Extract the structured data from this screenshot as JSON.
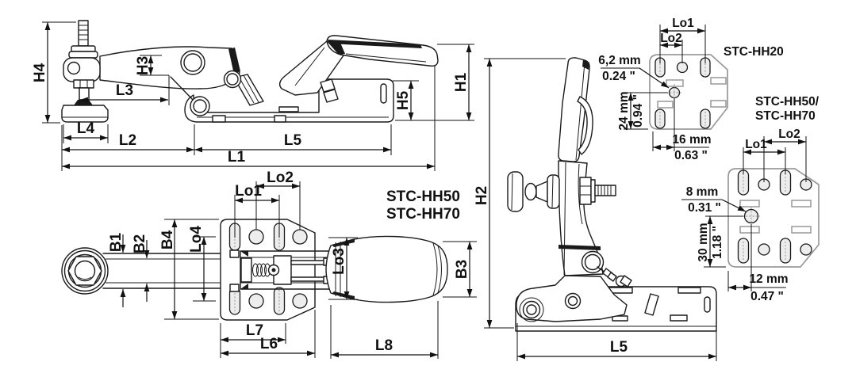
{
  "colors": {
    "background": "#ffffff",
    "line": "#1a1a1a",
    "dimension": "#111111",
    "plate_outline": "#999999"
  },
  "side_view": {
    "dims": {
      "h4": "H4",
      "h3": "H3",
      "l3": "L3",
      "l4": "L4",
      "l2": "L2",
      "l5": "L5",
      "l1": "L1",
      "h5": "H5",
      "h1": "H1"
    }
  },
  "top_view": {
    "title_line1": "STC-HH50",
    "title_line2": "STC-HH70",
    "dims": {
      "lo1": "Lo1",
      "lo2": "Lo2",
      "b1": "B1",
      "b2": "B2",
      "b4": "B4",
      "lo4": "Lo4",
      "lo3": "Lo3",
      "b3": "B3",
      "l7": "L7",
      "l6": "L6",
      "l8": "L8"
    }
  },
  "vertical_view": {
    "dims": {
      "h2": "H2",
      "l5": "L5"
    }
  },
  "pattern_hh20": {
    "title": "STC-HH20",
    "dims": {
      "lo1": "Lo1",
      "lo2": "Lo2"
    },
    "annotations": {
      "hole_mm": "6,2 mm",
      "hole_in": "0.24 \"",
      "vertical_mm": "24 mm",
      "vertical_in": "0.94 \"",
      "horizontal_mm": "16 mm",
      "horizontal_in": "0.63 \""
    }
  },
  "pattern_hh50_hh70": {
    "title_line1": "STC-HH50/",
    "title_line2": "STC-HH70",
    "dims": {
      "lo1": "Lo1",
      "lo2": "Lo2"
    },
    "annotations": {
      "hole_mm": "8 mm",
      "hole_in": "0.31 \"",
      "vertical_mm": "30 mm",
      "vertical_in": "1.18 \"",
      "horizontal_mm": "12 mm",
      "horizontal_in": "0.47 \""
    }
  }
}
